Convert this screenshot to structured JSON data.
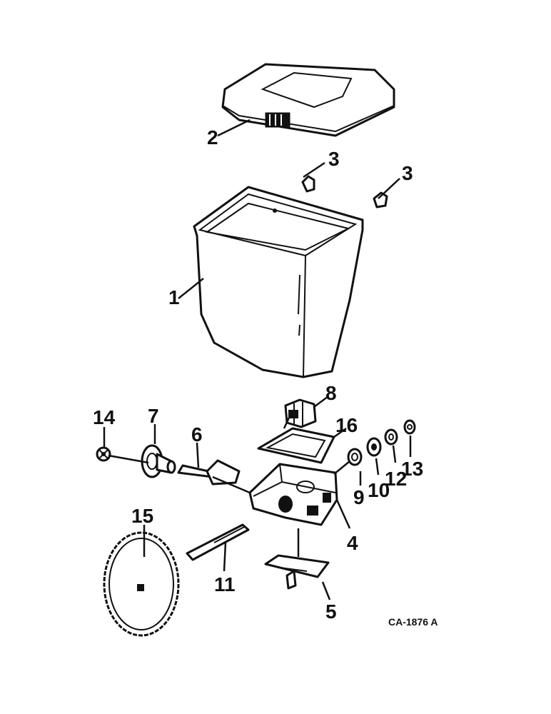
{
  "callouts": {
    "hopper": "1",
    "lid": "2",
    "clip_a": "3",
    "clip_b": "3",
    "housing": "4",
    "bottom_plate": "5",
    "cutoff": "6",
    "hub": "7",
    "feed_wheel": "8",
    "bushing_9": "9",
    "bushing_10": "10",
    "washer_12": "12",
    "washer_13": "13",
    "pinion": "14",
    "sprocket": "15",
    "gasket": "16",
    "shaft": "11"
  },
  "drawing_code": "CA-1876 A"
}
